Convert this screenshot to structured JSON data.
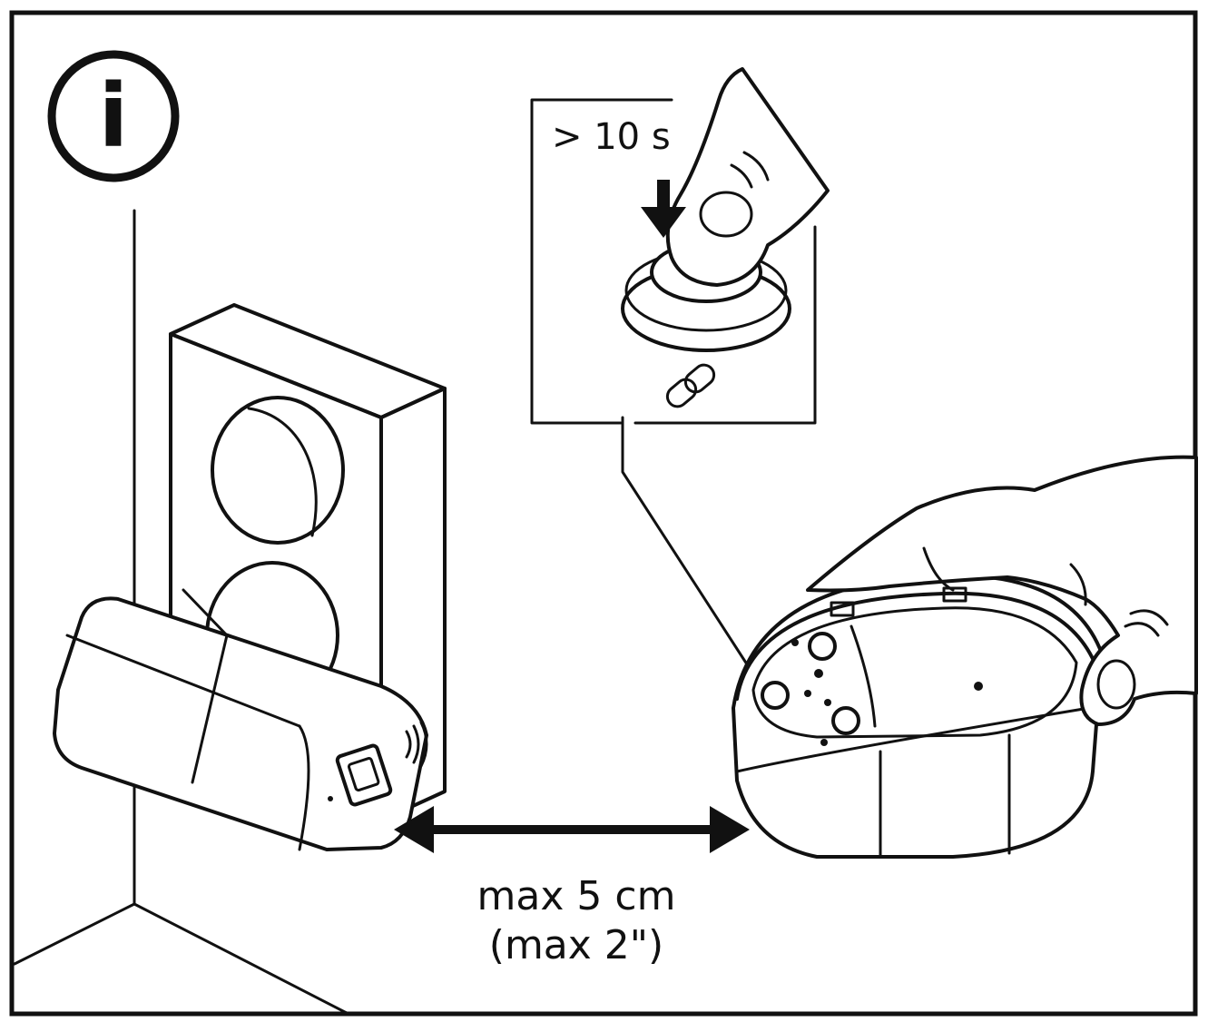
{
  "info_symbol": "i",
  "duration_label": "> 10 s",
  "distance_metric": "max 5 cm",
  "distance_imperial": "(max 2\")",
  "icons": [
    "info-icon",
    "press-arrow-icon",
    "link-chain-icon",
    "double-headed-arrow-icon",
    "signal-waves-icon"
  ],
  "colors": {
    "line": "#111111",
    "background": "#ffffff"
  }
}
